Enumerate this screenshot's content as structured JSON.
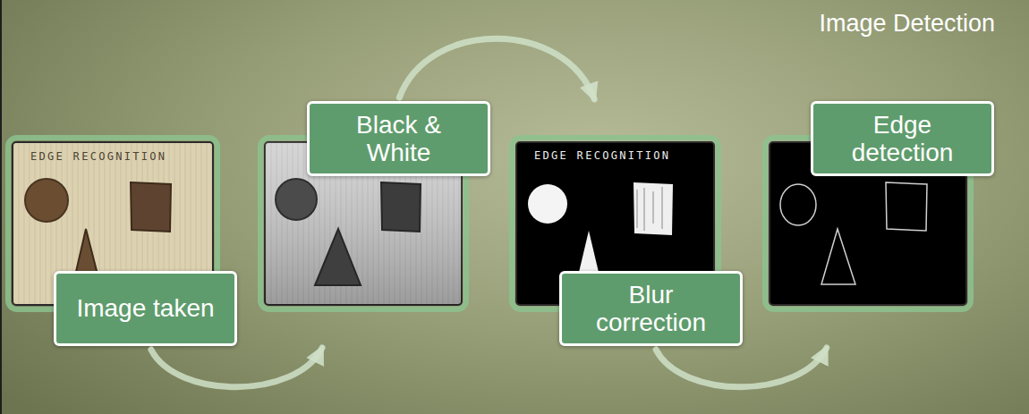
{
  "diagram": {
    "title": "Image Detection",
    "nodes": [
      {
        "text": [
          "Image taken"
        ]
      },
      {
        "text": [
          "Black & White"
        ]
      },
      {
        "text": [
          "Blur correction"
        ]
      },
      {
        "text": [
          "Edge detection"
        ]
      }
    ],
    "edges": [
      {
        "from": 0,
        "to": 1,
        "arrow": "to"
      },
      {
        "from": 1,
        "to": 2,
        "arrow": "to"
      },
      {
        "from": 2,
        "to": 3,
        "arrow": "to"
      }
    ],
    "labels": [
      "EDGE RECOGNITION",
      "EDGE RECOGNITION"
    ]
  }
}
